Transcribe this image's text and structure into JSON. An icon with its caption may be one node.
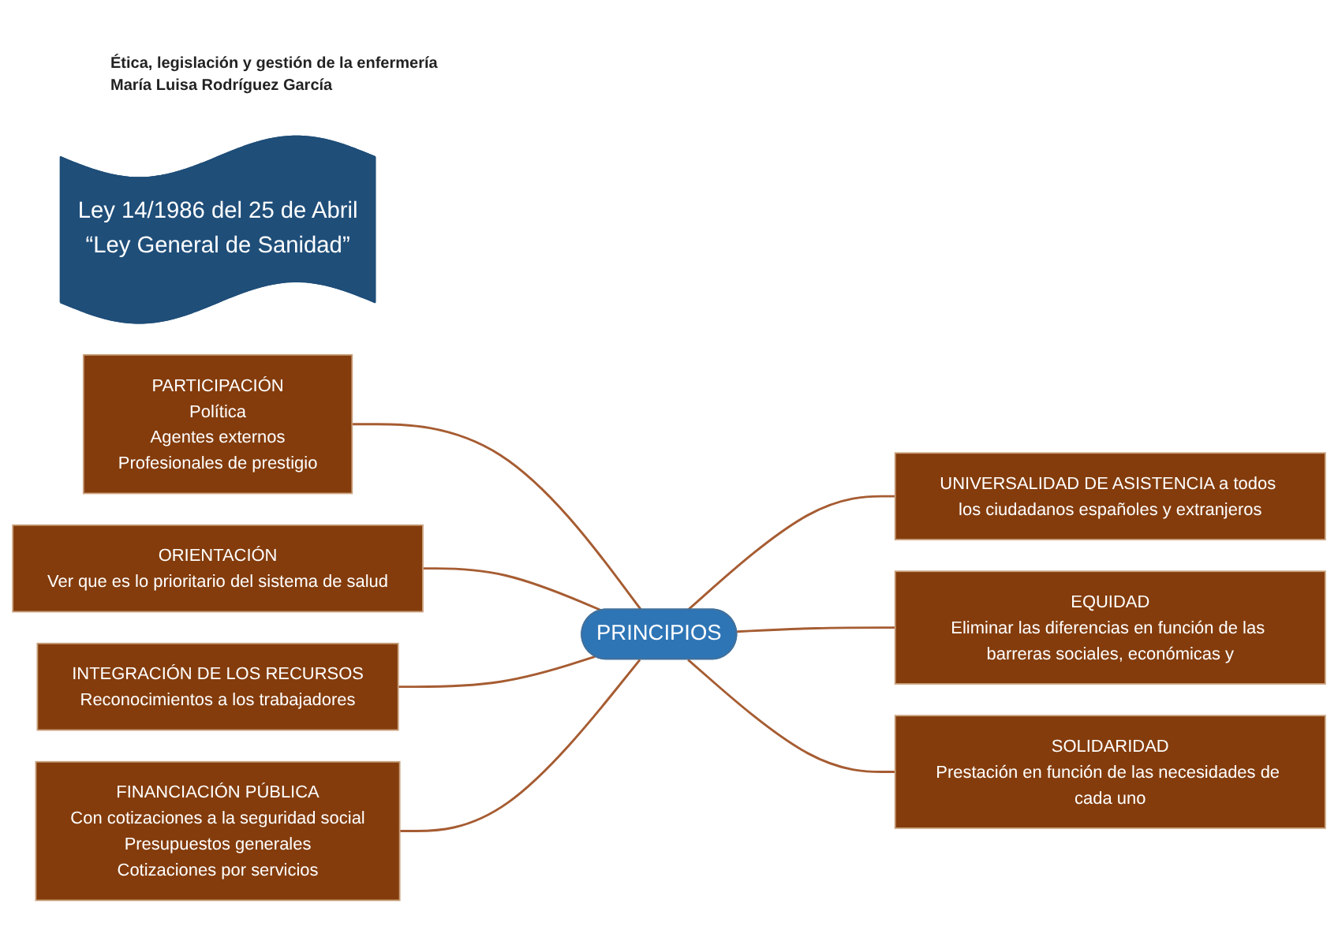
{
  "diagram": {
    "nodes": [
      {
        "text": [
          "Ley 14/1986 del 25 de Abril",
          "“Ley General de Sanidad”"
        ]
      },
      {
        "text": [
          "PARTICIPACIÓN",
          "Política",
          "Agentes externos",
          "Profesionales de prestigio"
        ]
      },
      {
        "text": [
          "UNIVERSALIDAD DE ASISTENCIA a todos los ciudadanos españoles y extranjeros"
        ]
      },
      {
        "text": [
          "ORIENTACIÓN",
          "Ver que es lo prioritario del sistema de salud"
        ]
      },
      {
        "text": [
          "PRINCIPIOS"
        ]
      },
      {
        "text": [
          "EQUIDAD",
          "Eliminar las diferencias en función de las barreras sociales, económicas y"
        ]
      },
      {
        "text": [
          "INTEGRACIÓN DE LOS RECURSOS",
          "Reconocimientos a los trabajadores"
        ]
      },
      {
        "text": [
          "SOLIDARIDAD",
          "Prestación en función de las necesidades de cada uno"
        ]
      },
      {
        "text": [
          "FINANCIACIÓN PÚBLICA",
          "Con cotizaciones a la seguridad social",
          "Presupuestos generales",
          "Cotizaciones por servicios"
        ]
      }
    ],
    "edges": [
      {
        "from": 1,
        "to": 4,
        "arrow": "none"
      },
      {
        "from": 4,
        "to": 2,
        "arrow": "none"
      },
      {
        "from": 3,
        "to": 4,
        "arrow": "none"
      },
      {
        "from": 4,
        "to": 5,
        "arrow": "none"
      },
      {
        "from": 6,
        "to": 4,
        "arrow": "none"
      },
      {
        "from": 4,
        "to": 7,
        "arrow": "none"
      },
      {
        "from": 8,
        "to": 4,
        "arrow": "none"
      }
    ],
    "labels": [
      "Ética, legislación y gestión de la enfermería",
      "María Luisa Rodríguez García"
    ]
  }
}
